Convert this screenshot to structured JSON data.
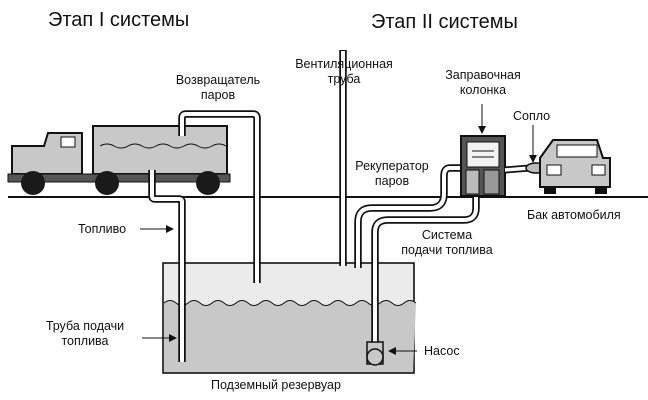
{
  "stage1_title": "Этап I системы",
  "stage2_title": "Этап II системы",
  "labels": {
    "vapor_returner": [
      "Возвращатель",
      "паров"
    ],
    "vent_pipe": [
      "Вентиляционная",
      "труба"
    ],
    "fuel_dispenser": [
      "Заправочная",
      "колонка"
    ],
    "nozzle": "Сопло",
    "vapor_recovery": [
      "Рекуператор",
      "паров"
    ],
    "car_tank": "Бак автомобиля",
    "fuel": "Топливо",
    "fuel_supply_system": [
      "Система",
      "подачи топлива"
    ],
    "fuel_supply_pipe": [
      "Труба подачи",
      "топлива"
    ],
    "pump": "Насос",
    "underground_tank": "Подземный резервуар"
  },
  "colors": {
    "line": "#111111",
    "liquid": "#c8c8c8",
    "tank_fill": "#ebebeb",
    "dispenser_body": "#555555"
  }
}
